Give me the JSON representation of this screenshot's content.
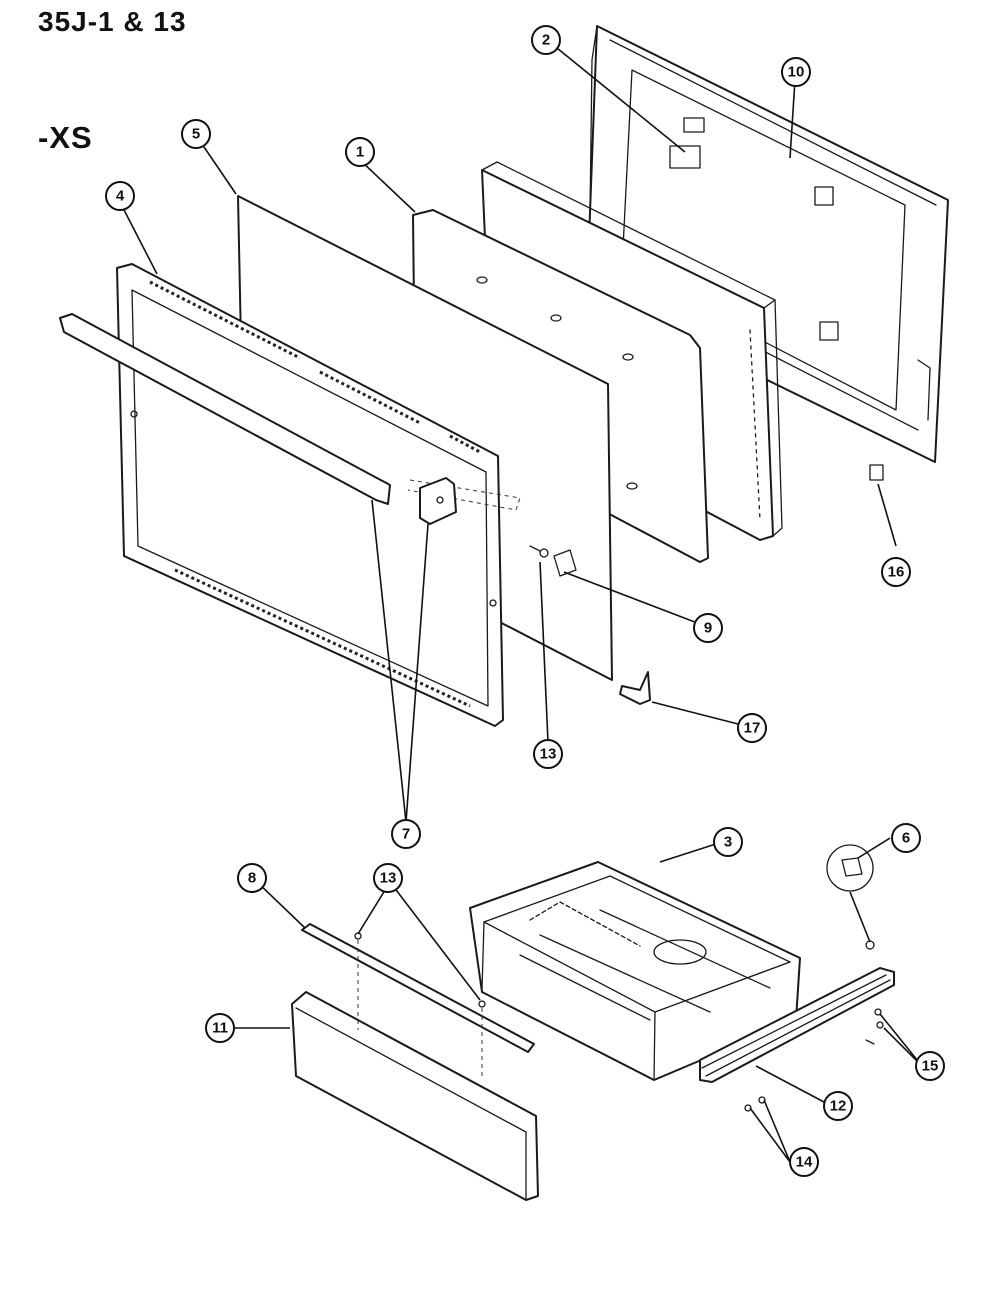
{
  "header": {
    "model": "35J-1 & 13",
    "suffix": "-XS"
  },
  "callouts": {
    "c1": "1",
    "c2": "2",
    "c3": "3",
    "c4": "4",
    "c5": "5",
    "c6": "6",
    "c7": "7",
    "c8": "8",
    "c9": "9",
    "c10": "10",
    "c11": "11",
    "c12": "12",
    "c13a": "13",
    "c13b": "13",
    "c14": "14",
    "c15": "15",
    "c16": "16",
    "c17": "17"
  }
}
